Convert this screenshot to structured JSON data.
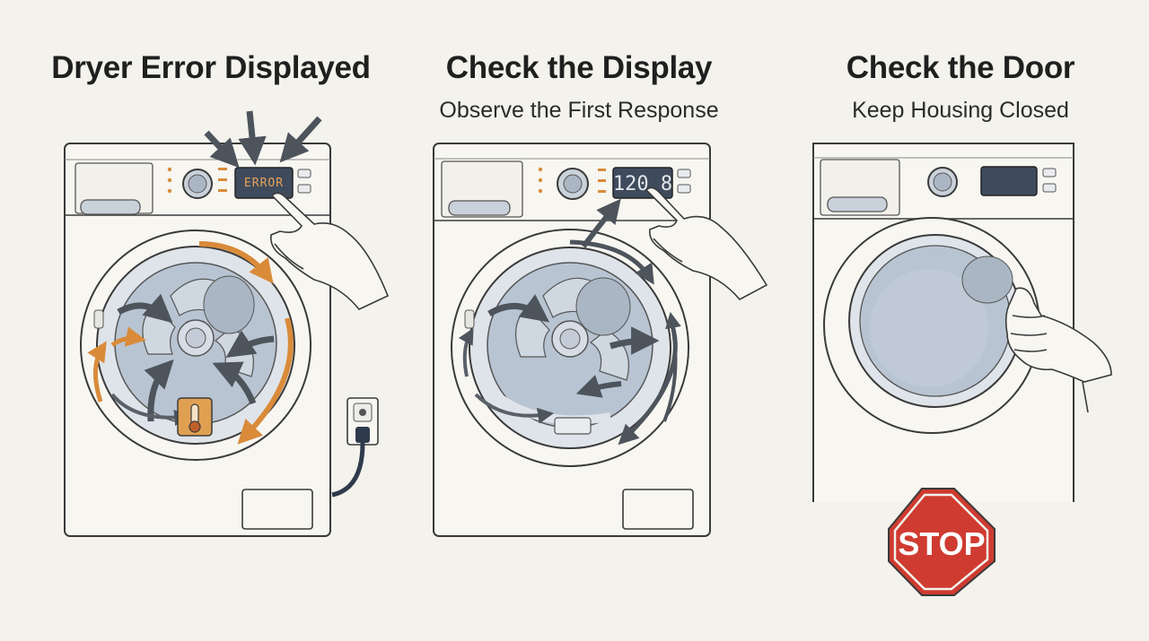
{
  "panels": [
    {
      "title": "Dryer Error Displayed",
      "display_text": "ERROR"
    },
    {
      "title": "Check the Display",
      "subtitle": "Observe the First Response",
      "display_text": "120 8"
    },
    {
      "title": "Check the Door",
      "subtitle": "Keep Housing Closed",
      "sign_text": "STOP"
    }
  ],
  "colors": {
    "background": "#f3f2ec",
    "outline": "#3a3a3a",
    "drum": "#b8c4d2",
    "arrow_orange": "#d98b3a",
    "arrow_gray": "#4d545c",
    "stop_red": "#cf3b30",
    "display_dark": "#3f4b5c"
  }
}
